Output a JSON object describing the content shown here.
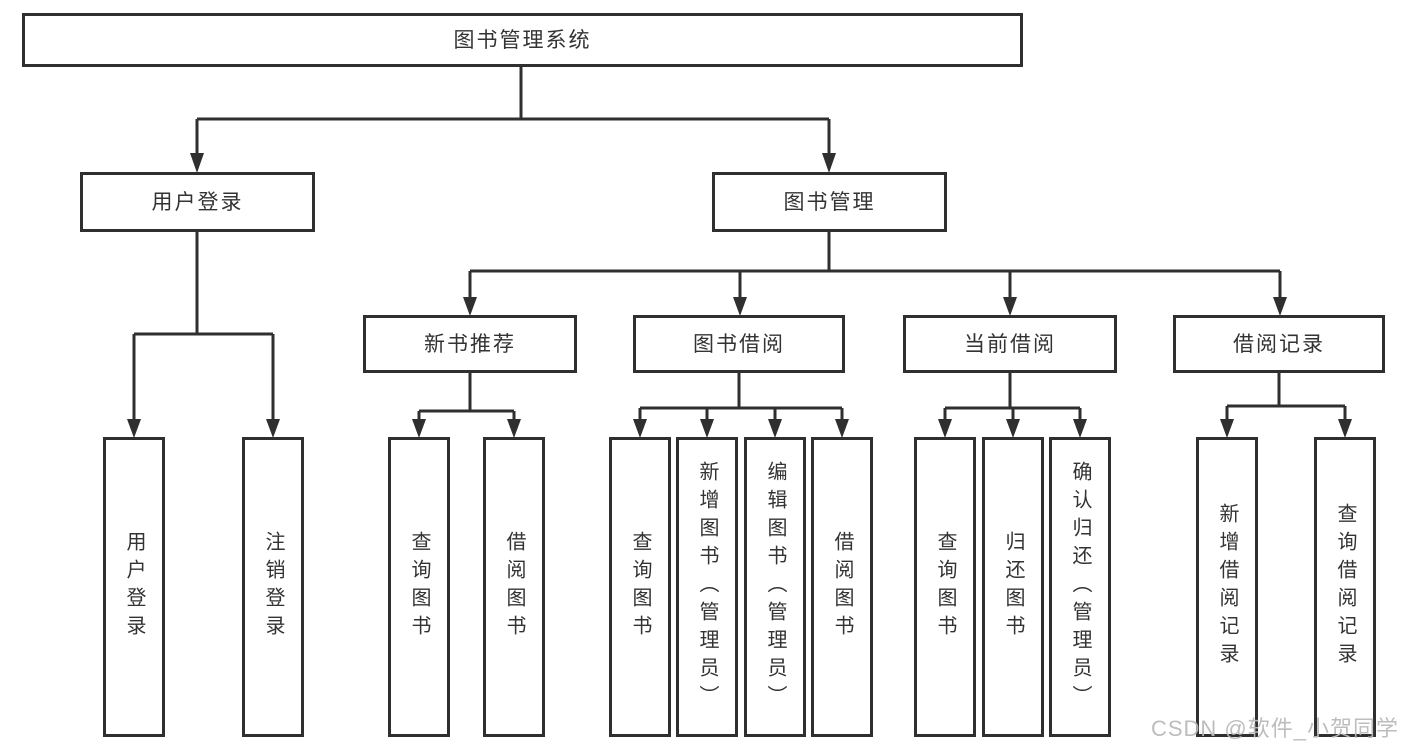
{
  "tree": {
    "root": {
      "label": "图书管理系统"
    },
    "level2": [
      {
        "label": "用户登录",
        "leaves": [
          "用户登录",
          "注销登录"
        ]
      },
      {
        "label": "图书管理",
        "level3": [
          {
            "label": "新书推荐",
            "leaves": [
              "查询图书",
              "借阅图书"
            ]
          },
          {
            "label": "图书借阅",
            "leaves": [
              "查询图书",
              "新增图书（管理员）",
              "编辑图书（管理员）",
              "借阅图书"
            ]
          },
          {
            "label": "当前借阅",
            "leaves": [
              "查询图书",
              "归还图书",
              "确认归还（管理员）"
            ]
          },
          {
            "label": "借阅记录",
            "leaves": [
              "新增借阅记录",
              "查询借阅记录"
            ]
          }
        ]
      }
    ]
  },
  "watermark": {
    "text": "CSDN @软件_小贺同学"
  },
  "colors": {
    "line": "#2f2f2f",
    "border": "#2f2f2f",
    "text": "#333333",
    "background": "#ffffff",
    "watermark": "#b9b9b9"
  }
}
